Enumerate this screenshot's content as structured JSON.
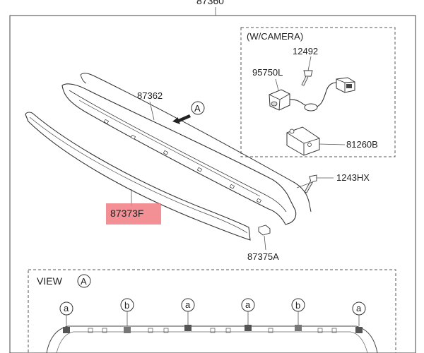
{
  "diagram": {
    "assembly_number": "87360",
    "camera_box_title": "(W/CAMERA)",
    "view_title": "VIEW",
    "view_ref": "A",
    "arrow_ref": "A",
    "highlight_color": "#f07c84",
    "parts": [
      {
        "id": "p-12492",
        "number": "12492"
      },
      {
        "id": "p-95750L",
        "number": "95750L"
      },
      {
        "id": "p-81260B",
        "number": "81260B"
      },
      {
        "id": "p-87362",
        "number": "87362"
      },
      {
        "id": "p-1243HX",
        "number": "1243HX"
      },
      {
        "id": "p-87373F",
        "number": "87373F",
        "highlighted": true
      },
      {
        "id": "p-87375A",
        "number": "87375A"
      }
    ],
    "clip_callouts": [
      "a",
      "b",
      "a",
      "a",
      "b",
      "a"
    ]
  }
}
